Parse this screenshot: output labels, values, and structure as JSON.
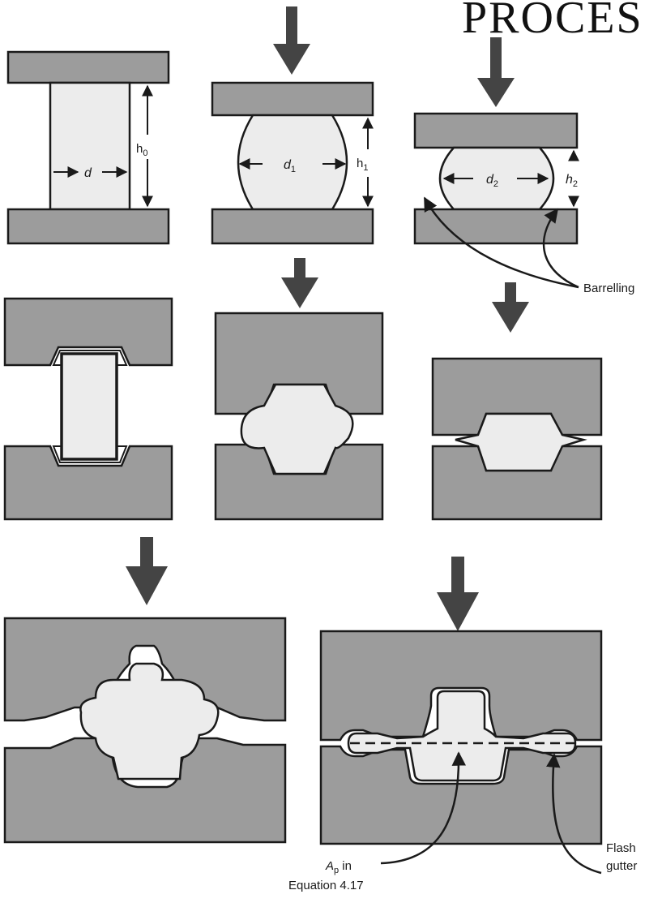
{
  "header": {
    "title_fragment": "PROCES"
  },
  "dimensions": {
    "d": "d",
    "h0": "h",
    "h0_sub": "0",
    "d1": "d",
    "d1_sub": "1",
    "h1": "h",
    "h1_sub": "1",
    "d2": "d",
    "d2_sub": "2",
    "h2": "h",
    "h2_sub": "2"
  },
  "callouts": {
    "barrelling": "Barrelling",
    "flash_gutter_line1": "Flash",
    "flash_gutter_line2": "gutter",
    "ap_symbol": "A",
    "ap_sub": "p",
    "ap_in": " in",
    "equation_ref": "Equation 4.17"
  },
  "colors": {
    "die": "#9c9c9c",
    "workpiece": "#ececec",
    "arrow": "#444444",
    "outline": "#1a1a1a"
  }
}
